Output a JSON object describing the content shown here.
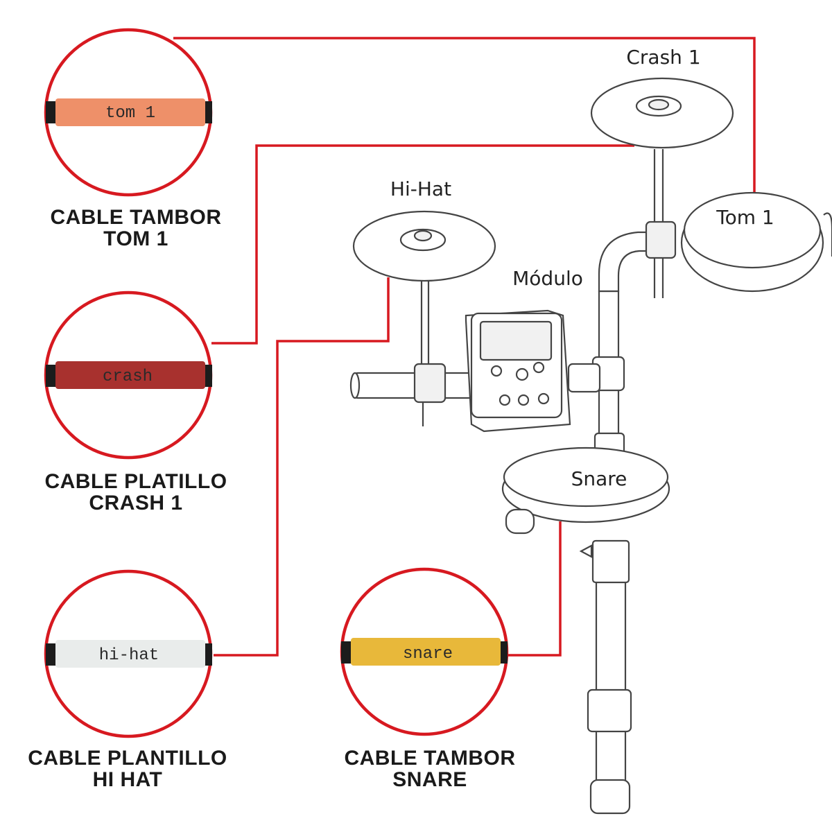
{
  "colors": {
    "connector": "#d71920",
    "tom1_tag": "#ee9069",
    "crash_tag": "#a8312e",
    "hihat_tag": "#e9eceb",
    "snare_tag": "#e8b83a"
  },
  "callouts": [
    {
      "id": "tom1",
      "tag_text": "tom 1",
      "title_line1": "CABLE TAMBOR",
      "title_line2": "TOM 1"
    },
    {
      "id": "crash",
      "tag_text": "crash",
      "title_line1": "CABLE PLATILLO",
      "title_line2": "CRASH 1"
    },
    {
      "id": "hihat",
      "tag_text": "hi-hat",
      "title_line1": "CABLE PLANTILLO",
      "title_line2": "HI HAT"
    },
    {
      "id": "snare",
      "tag_text": "snare",
      "title_line1": "CABLE TAMBOR",
      "title_line2": "SNARE"
    }
  ],
  "drum_kit": {
    "crash_label": "Crash 1",
    "hihat_label": "Hi-Hat",
    "module_label": "Módulo",
    "tom1_label": "Tom 1",
    "snare_label": "Snare"
  }
}
